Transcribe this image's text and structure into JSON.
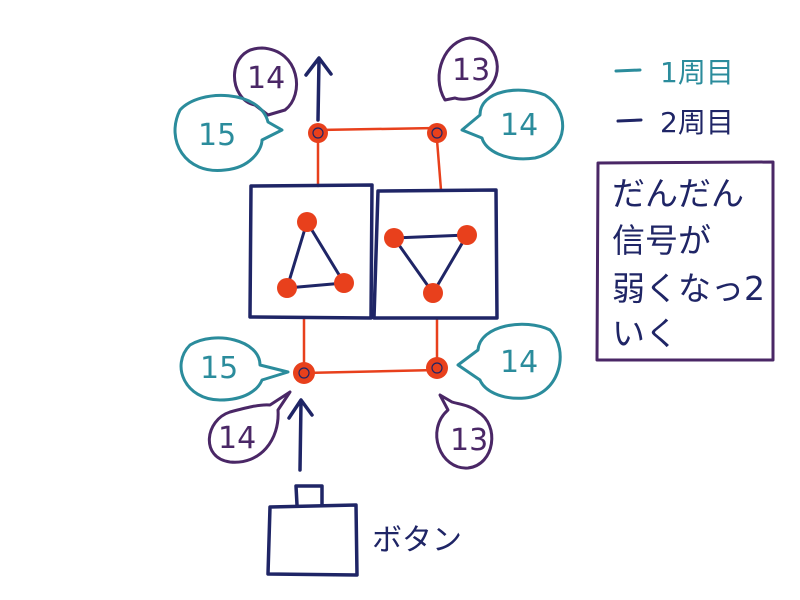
{
  "colors": {
    "round1": "#2b8c9c",
    "round2": "#4a2766",
    "structure": "#1f2566",
    "node": "#e8401c",
    "note_border": "#4a2766"
  },
  "bubbles": {
    "top_left_round2": "14",
    "top_left_round1": "15",
    "top_right_round2": "13",
    "top_right_round1": "14",
    "bottom_left_round1": "15",
    "bottom_left_round2": "14",
    "bottom_right_round1": "14",
    "bottom_right_round2": "13"
  },
  "legend": {
    "round1_label": "1周目",
    "round2_label": "2周目"
  },
  "note": {
    "lines": [
      "だんだん",
      "信号が",
      "弱くなっ2",
      "いく"
    ]
  },
  "button_label": "ボタン"
}
